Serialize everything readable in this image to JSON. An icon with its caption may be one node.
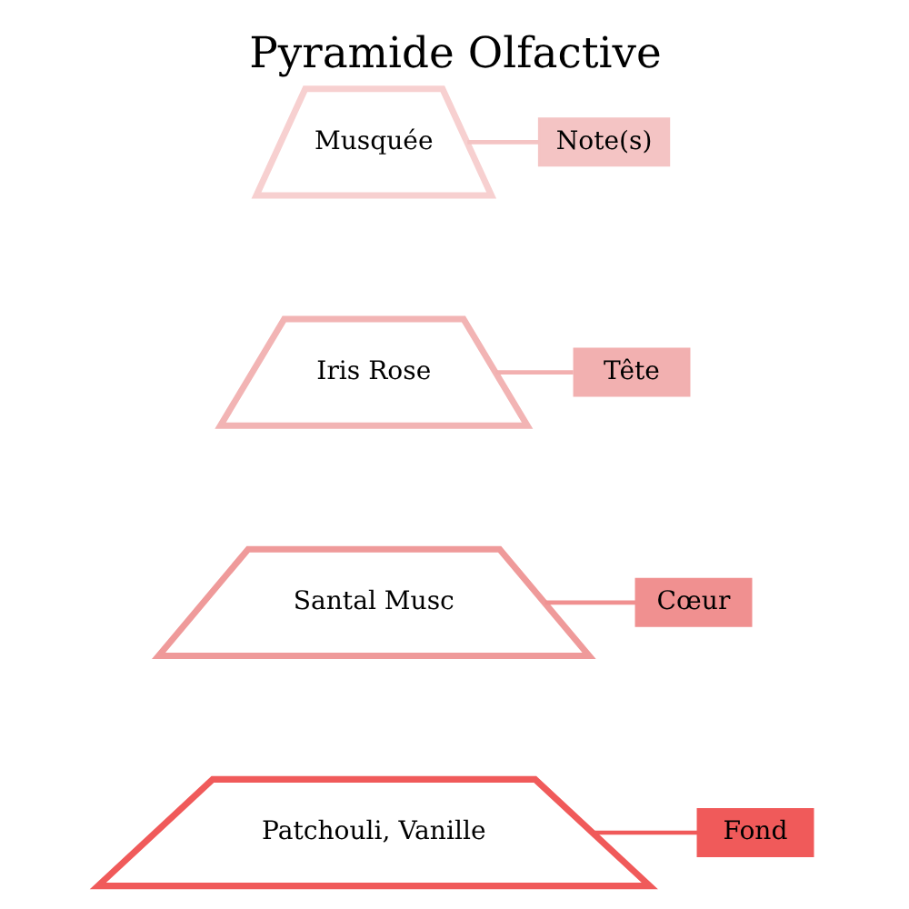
{
  "diagram": {
    "title": "Pyramide Olfactive",
    "nodes": [
      {
        "text": [
          "Musquée"
        ]
      },
      {
        "text": [
          "Iris Rose"
        ]
      },
      {
        "text": [
          "Santal Musc"
        ]
      },
      {
        "text": [
          "Patchouli, Vanille"
        ]
      },
      {
        "text": [
          "Note(s)"
        ]
      },
      {
        "text": [
          "Tête"
        ]
      },
      {
        "text": [
          "Cœur"
        ]
      },
      {
        "text": [
          "Fond"
        ]
      }
    ],
    "edges": [
      {
        "from": 0,
        "to": 4,
        "arrow": "none",
        "color": "#f4c4c4"
      },
      {
        "from": 1,
        "to": 5,
        "arrow": "none",
        "color": "#f2b0b0"
      },
      {
        "from": 2,
        "to": 6,
        "arrow": "none",
        "color": "#f09090"
      },
      {
        "from": 3,
        "to": 7,
        "arrow": "none",
        "color": "#f05a5a"
      }
    ]
  }
}
